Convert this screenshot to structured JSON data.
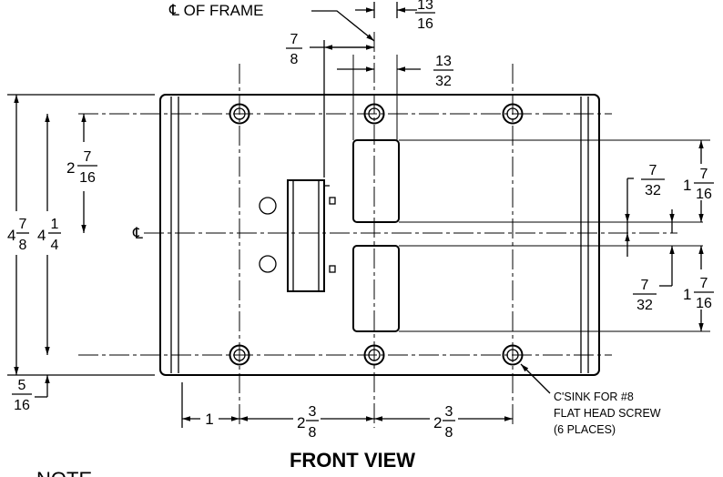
{
  "frame_centerline_label": "℄ OF FRAME",
  "view_title": "FRONT VIEW",
  "note_heading": "NOTE",
  "centerline_symbol": "℄",
  "countersink_note": [
    "C'SINK FOR #8",
    "FLAT HEAD SCREW",
    "(6 PLACES)"
  ],
  "dimensions": {
    "top_13_16": {
      "num": "13",
      "den": "16"
    },
    "top_7_8": {
      "num": "7",
      "den": "8"
    },
    "top_13_32": {
      "num": "13",
      "den": "32"
    },
    "left_2_7_16": {
      "whole": "2",
      "num": "7",
      "den": "16"
    },
    "overall_4_7_8": {
      "whole": "4",
      "num": "7",
      "den": "8"
    },
    "holes_4_1_4": {
      "whole": "4",
      "num": "1",
      "den": "4"
    },
    "bottom_5_16": {
      "num": "5",
      "den": "16"
    },
    "right_upper_7_32": {
      "num": "7",
      "den": "32"
    },
    "right_upper_1_7_16": {
      "whole": "1",
      "num": "7",
      "den": "16"
    },
    "right_lower_7_32": {
      "num": "7",
      "den": "32"
    },
    "right_lower_1_7_16": {
      "whole": "1",
      "num": "7",
      "den": "16"
    },
    "bottom_1": {
      "whole": "1"
    },
    "bottom_2_3_8_a": {
      "whole": "2",
      "num": "3",
      "den": "8"
    },
    "bottom_2_3_8_b": {
      "whole": "2",
      "num": "3",
      "den": "8"
    }
  }
}
